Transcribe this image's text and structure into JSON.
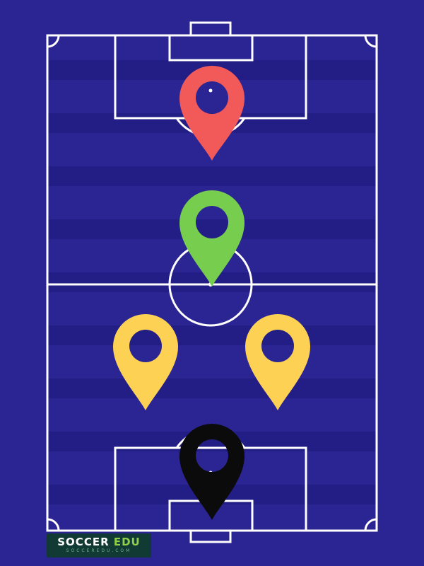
{
  "colors": {
    "pitch_background": "#2b2593",
    "pitch_stripe": "#231d86",
    "pitch_lines": "#ffffff",
    "brand_dark": "#123a34",
    "brand_green": "#8fd04a"
  },
  "markers": [
    {
      "name": "marker-red",
      "color": "#f25a5a"
    },
    {
      "name": "marker-green",
      "color": "#76cd4e"
    },
    {
      "name": "marker-yellow-left",
      "color": "#fdd154"
    },
    {
      "name": "marker-yellow-right",
      "color": "#fdd154"
    },
    {
      "name": "marker-black",
      "color": "#0b0b0b"
    }
  ],
  "logo": {
    "word1": "SOCCER",
    "word2": "EDU",
    "subtitle": "SOCCEREDU.COM"
  }
}
